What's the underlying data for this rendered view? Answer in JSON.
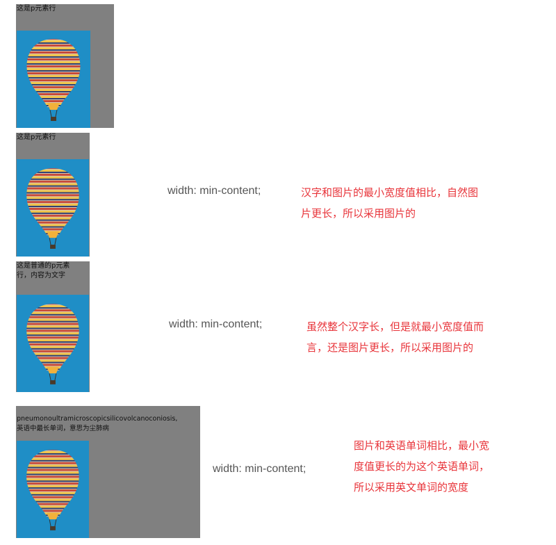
{
  "examples": [
    {
      "paragraph": "这是p元素行",
      "image": "hot-air-balloon-image"
    },
    {
      "paragraph": "这是p元素行",
      "image": "hot-air-balloon-image",
      "css": "width: min-content;",
      "note": "汉字和图片的最小宽度值相比，自然图\n片更长，所以采用图片的"
    },
    {
      "paragraph": "这是普通的p元素\n行，内容为文字",
      "image": "hot-air-balloon-image",
      "css": "width: min-content;",
      "note": "虽然整个汉字长，但是就最小宽度值而\n言，还是图片更长，所以采用图片的"
    },
    {
      "paragraph": "pneumonoultramicroscopicsilicovolcanoconiosis,\n英语中最长单词，意思为尘肺病",
      "image": "hot-air-balloon-image",
      "css": "width: min-content;",
      "note": "图片和英语单词相比，最小宽\n度值更长的为这个英语单词，\n所以采用英文单词的宽度"
    }
  ],
  "colors": {
    "box_bg": "#808080",
    "sky": "#1f8ec6",
    "note_text": "#e8343a",
    "code_text": "#555555"
  }
}
